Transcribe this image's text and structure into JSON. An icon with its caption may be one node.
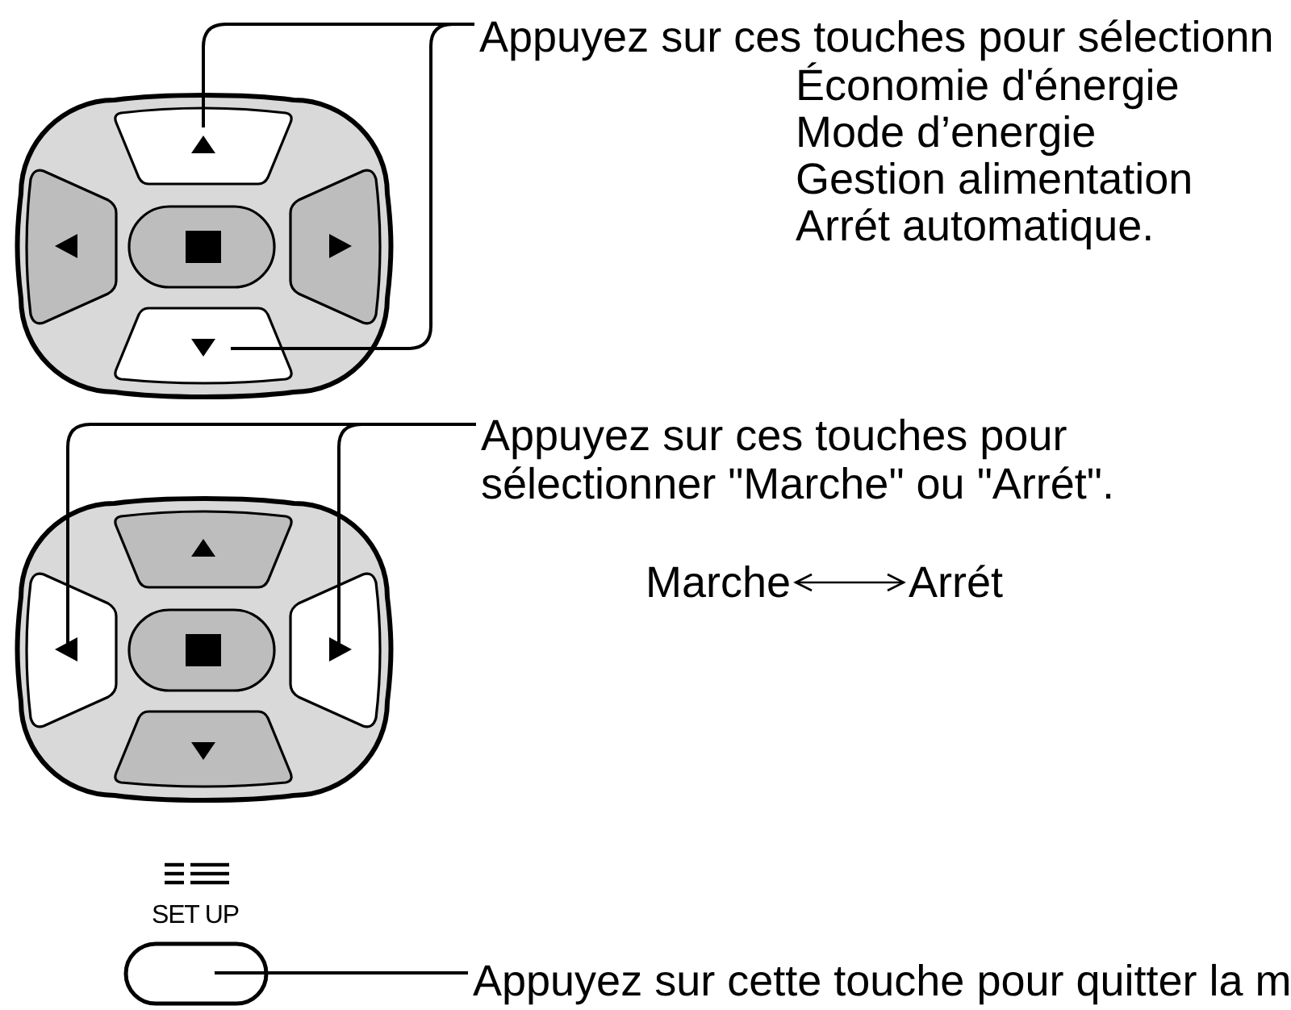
{
  "diagram": {
    "nodes": [
      {
        "text": [
          "Appuyez sur ces touches pour sélectionn"
        ]
      },
      {
        "text": [],
        "shape": "box"
      },
      {
        "text": [],
        "shape": "box"
      },
      {
        "text": [
          "Appuyez sur ces touches pour sélectionner \"Marche\" ou \"Arrét\"."
        ]
      },
      {
        "text": [],
        "shape": "box"
      },
      {
        "text": [],
        "shape": "box"
      },
      {
        "text": [
          "Marche"
        ]
      },
      {
        "text": [
          "Arrét"
        ]
      },
      {
        "text": [],
        "shape": "box",
        "beside": [
          "SET UP"
        ]
      },
      {
        "text": [
          "Appuyez sur cette touche pour quitter la m"
        ]
      }
    ],
    "edges": [
      {
        "from": 0,
        "to": 1,
        "arrow": "none"
      },
      {
        "from": 0,
        "to": 2,
        "arrow": "none"
      },
      {
        "from": 3,
        "to": 4,
        "arrow": "to"
      },
      {
        "from": 3,
        "to": 5,
        "arrow": "to"
      },
      {
        "from": 6,
        "to": 7,
        "arrow": "both"
      },
      {
        "from": 9,
        "to": 8,
        "arrow": "none"
      }
    ],
    "labels": [
      "Économie d'énergie",
      "Mode d’energie",
      "Gestion alimentation",
      "Arrét automatique."
    ]
  }
}
